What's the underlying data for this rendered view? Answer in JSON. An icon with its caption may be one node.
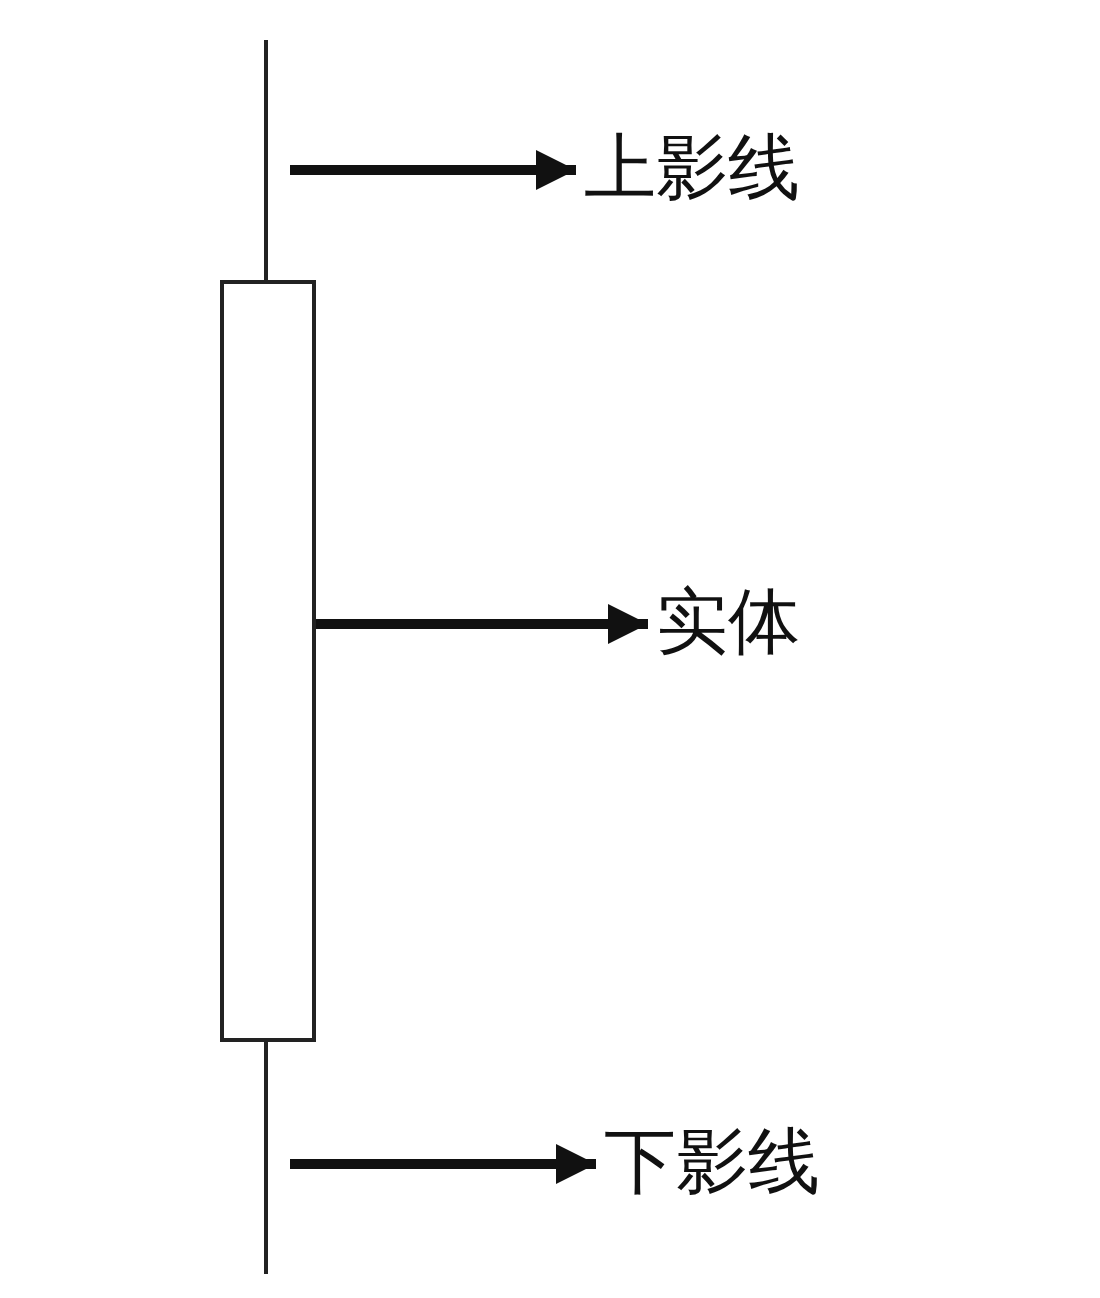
{
  "diagram": {
    "nodes": [
      {
        "text": [],
        "shape": "line"
      },
      {
        "text": [
          "上影线"
        ]
      },
      {
        "text": [],
        "shape": "box"
      },
      {
        "text": [
          "实体"
        ]
      },
      {
        "text": [],
        "shape": "line"
      },
      {
        "text": [
          "下影线"
        ]
      }
    ],
    "edges": [
      {
        "from": 0,
        "to": 1,
        "arrow": "to"
      },
      {
        "from": 2,
        "to": 3,
        "arrow": "to"
      },
      {
        "from": 4,
        "to": 5,
        "arrow": "to"
      }
    ]
  }
}
